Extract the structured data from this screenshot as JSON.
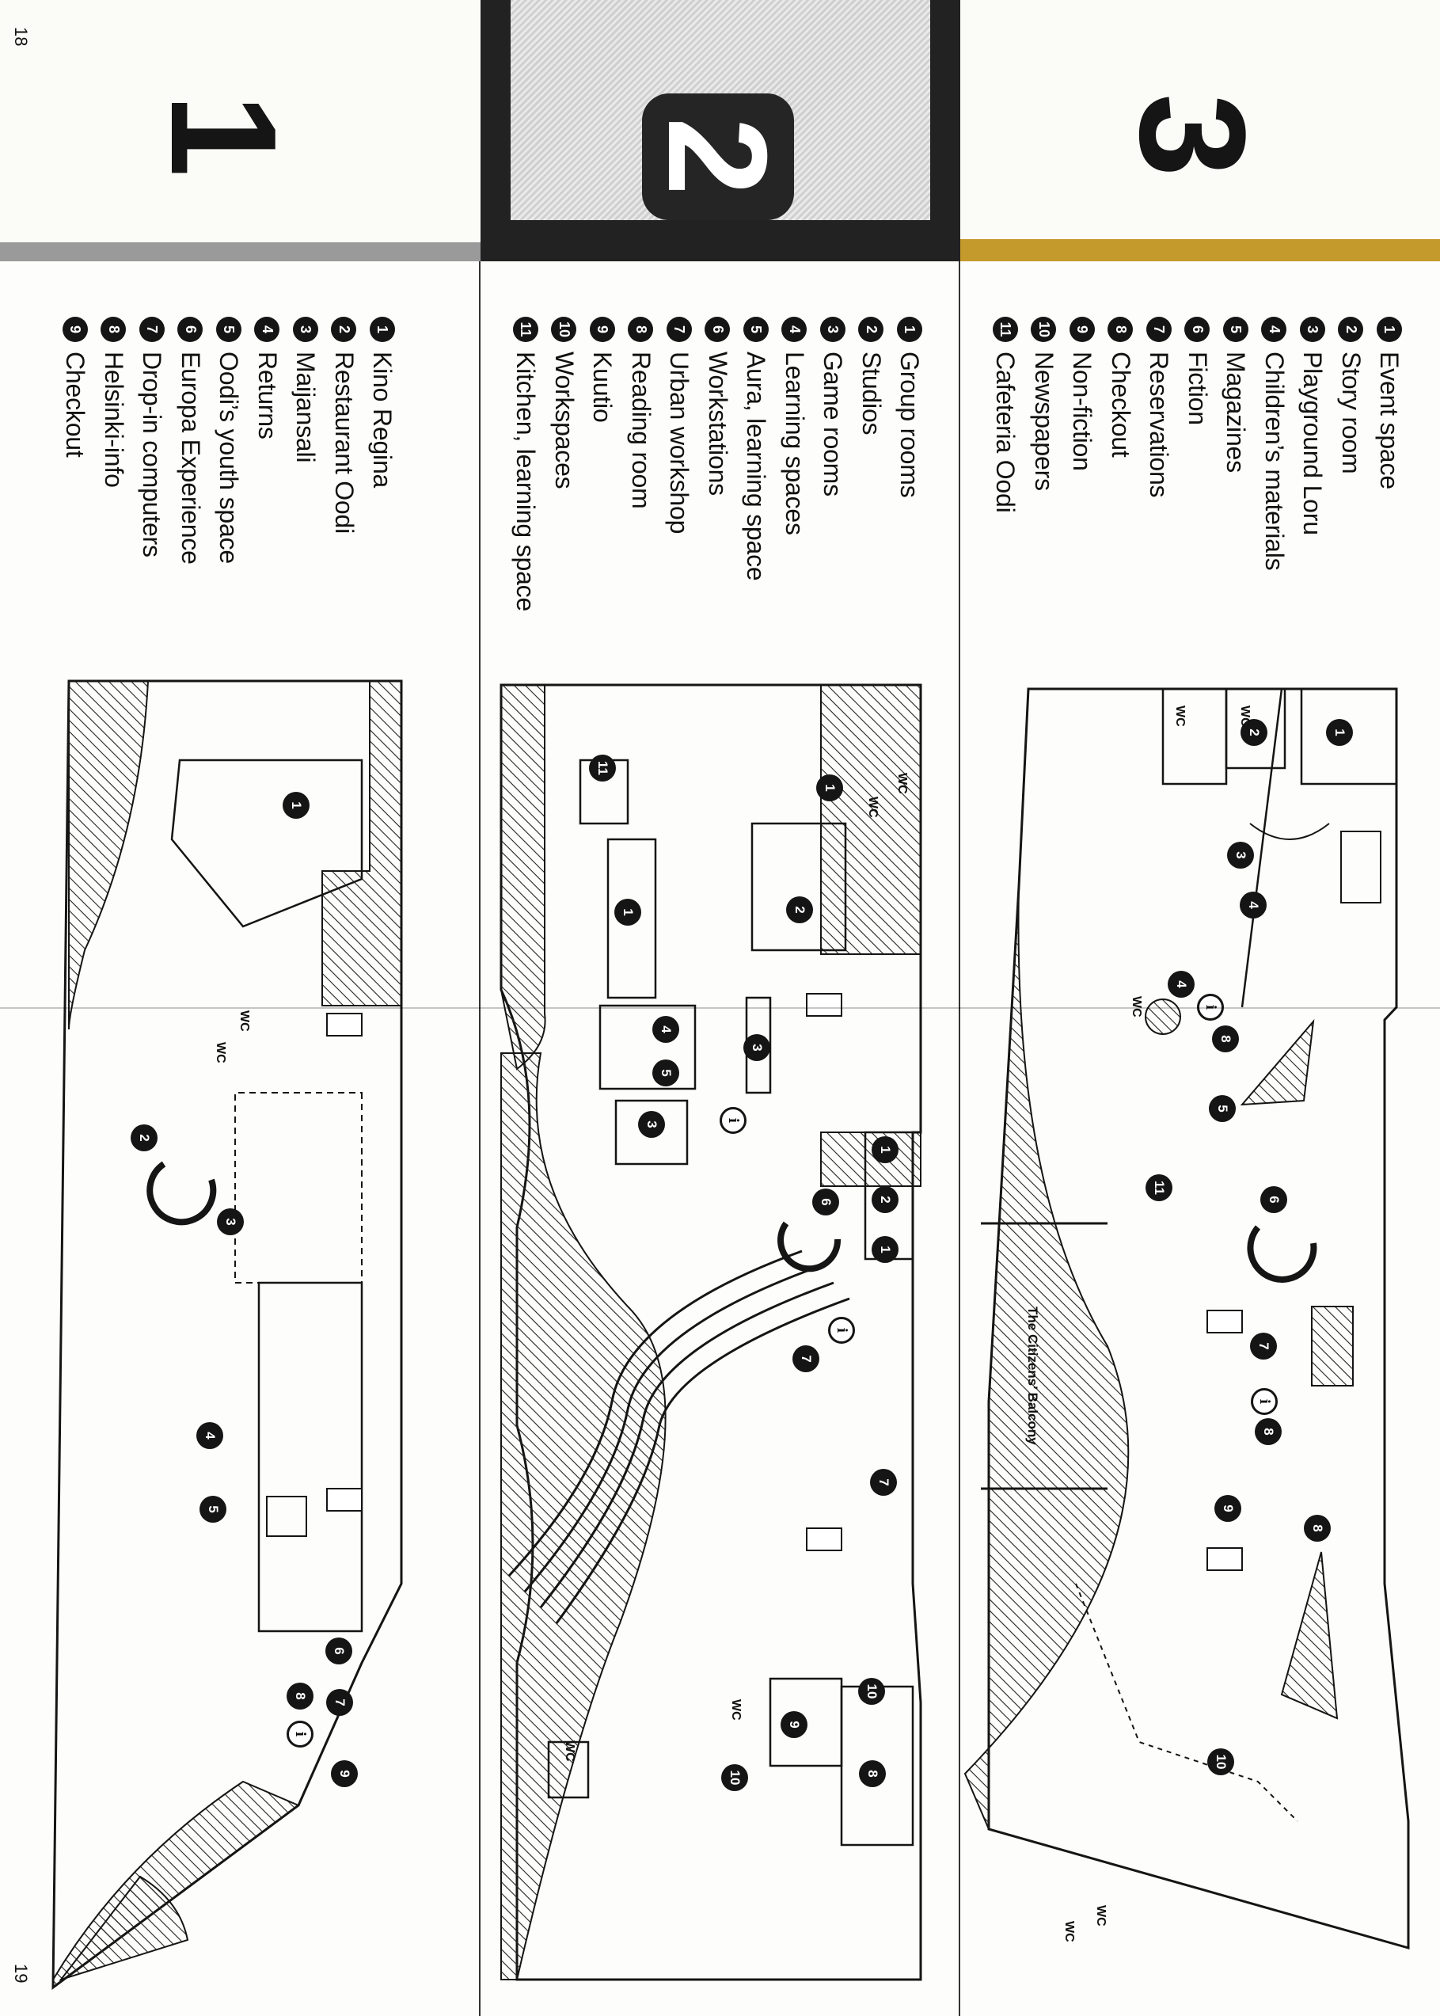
{
  "page_numbers": {
    "left": "18",
    "right": "19"
  },
  "colors": {
    "floor1_accent": "#9a9a9a",
    "floor2_accent": "#222222",
    "floor3_accent": "#c49a2c",
    "ink": "#151515"
  },
  "floors": [
    {
      "number": "3",
      "legend": [
        {
          "n": "1",
          "label": "Event space"
        },
        {
          "n": "2",
          "label": "Story room"
        },
        {
          "n": "3",
          "label": "Playground Loru"
        },
        {
          "n": "4",
          "label": "Children’s materials"
        },
        {
          "n": "5",
          "label": "Magazines"
        },
        {
          "n": "6",
          "label": "Fiction"
        },
        {
          "n": "7",
          "label": "Reservations"
        },
        {
          "n": "8",
          "label": "Checkout"
        },
        {
          "n": "9",
          "label": "Non-fiction"
        },
        {
          "n": "10",
          "label": "Newspapers"
        },
        {
          "n": "11",
          "label": "Cafeteria Oodi"
        }
      ],
      "balcony_label": "The Citizens’ Balcony",
      "map_markers": [
        "1",
        "2",
        "3",
        "4",
        "4",
        "8",
        "5",
        "11",
        "6",
        "7",
        "8",
        "9",
        "8",
        "10"
      ],
      "wc_labels": [
        "WC",
        "WC",
        "WC",
        "WC",
        "WC"
      ]
    },
    {
      "number": "2",
      "legend": [
        {
          "n": "1",
          "label": "Group rooms"
        },
        {
          "n": "2",
          "label": "Studios"
        },
        {
          "n": "3",
          "label": "Game rooms"
        },
        {
          "n": "4",
          "label": "Learning spaces"
        },
        {
          "n": "5",
          "label": "Aura, learning space"
        },
        {
          "n": "6",
          "label": "Workstations"
        },
        {
          "n": "7",
          "label": "Urban workshop"
        },
        {
          "n": "8",
          "label": "Reading room"
        },
        {
          "n": "9",
          "label": "Kuutio"
        },
        {
          "n": "10",
          "label": "Workspaces"
        },
        {
          "n": "11",
          "label": "Kitchen, learning space"
        }
      ],
      "map_markers": [
        "11",
        "1",
        "1",
        "2",
        "4",
        "5",
        "3",
        "3",
        "1",
        "2",
        "1",
        "6",
        "7",
        "7",
        "10",
        "9",
        "10",
        "8"
      ],
      "wc_labels": [
        "WC",
        "WC",
        "WC",
        "WC"
      ]
    },
    {
      "number": "1",
      "legend": [
        {
          "n": "1",
          "label": "Kino Regina"
        },
        {
          "n": "2",
          "label": "Restaurant Oodi"
        },
        {
          "n": "3",
          "label": "Maijansali"
        },
        {
          "n": "4",
          "label": "Returns"
        },
        {
          "n": "5",
          "label": "Oodi’s youth space"
        },
        {
          "n": "6",
          "label": "Europa Experience"
        },
        {
          "n": "7",
          "label": "Drop-in computers"
        },
        {
          "n": "8",
          "label": "Helsinki-info"
        },
        {
          "n": "9",
          "label": "Checkout"
        }
      ],
      "map_markers": [
        "1",
        "2",
        "3",
        "4",
        "5",
        "6",
        "7",
        "8",
        "9"
      ],
      "wc_labels": [
        "WC",
        "WC"
      ]
    }
  ]
}
